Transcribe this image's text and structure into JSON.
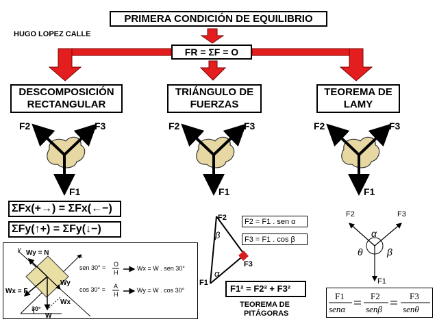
{
  "header": {
    "title": "PRIMERA CONDICIÓN DE EQUILIBRIO",
    "author": "HUGO LOPEZ CALLE",
    "main_equation": "FR = ΣF = O"
  },
  "methods": [
    {
      "title_line1": "DESCOMPOSICIÓN",
      "title_line2": "RECTANGULAR"
    },
    {
      "title_line1": "TRIÁNGULO DE",
      "title_line2": "FUERZAS"
    },
    {
      "title_line1": "TEOREMA DE",
      "title_line2": "LAMY"
    }
  ],
  "force_labels": {
    "f1": "F1",
    "f2": "F2",
    "f3": "F3"
  },
  "rectangular": {
    "sum_x": "ΣFx(+→) = ΣFx(←−)",
    "sum_y": "ΣFy(↑+) = ΣFy(↓−)",
    "incline": {
      "axis_y": "y",
      "axis_x": "x",
      "wy_n": "Wy = N",
      "wx_f": "Wx = F",
      "wy": "Wy",
      "wx": "Wx",
      "w": "W",
      "angle": "30°",
      "sin_rel": "sen 30° =",
      "sin_frac_top": "O",
      "sin_frac_bottom": "H",
      "sin_result": "Wx = W . sen 30°",
      "cos_rel": "cos 30° =",
      "cos_frac_top": "A",
      "cos_frac_bottom": "H",
      "cos_result": "Wy = W . cos 30°"
    }
  },
  "triangle": {
    "eq_f2": "F2 = F1 . sen α",
    "eq_f3": "F3 = F1 . cos β",
    "pythagoras": "F1² = F2² + F3²",
    "caption_line1": "TEOREMA DE",
    "caption_line2": "PITÁGORAS",
    "beta": "β",
    "alpha": "α"
  },
  "lamy": {
    "alpha": "α",
    "theta": "θ",
    "beta": "β",
    "f1": "F1",
    "f2": "F2",
    "f3": "F3",
    "fraction_numerators": [
      "F1",
      "F2",
      "F3"
    ],
    "fraction_denominators": [
      "senα",
      "senβ",
      "senθ"
    ]
  },
  "colors": {
    "arrow_red": "#e41e1e",
    "rock": "#e7d8a3",
    "block": "#e9dfa4"
  }
}
